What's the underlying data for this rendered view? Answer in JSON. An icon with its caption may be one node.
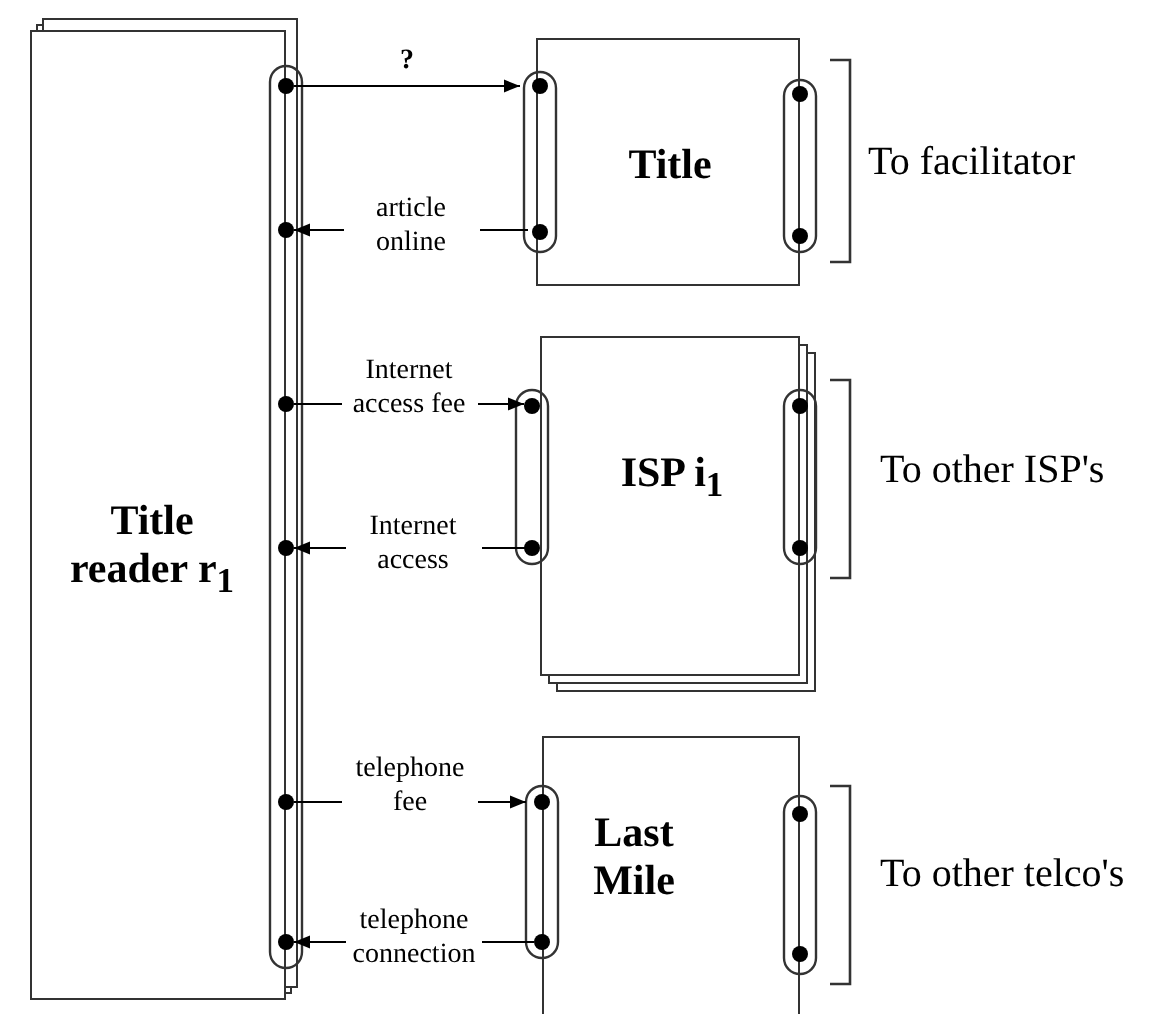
{
  "diagram": {
    "nodes": [
      {
        "text": [
          "Title reader r$_{1}$"
        ]
      },
      {
        "text": [
          "Title"
        ]
      },
      {
        "text": [
          "ISP i$_{1}$"
        ]
      },
      {
        "text": [
          "Last Mile"
        ]
      }
    ],
    "edges": [
      {
        "from": 0,
        "to": 1,
        "arrow": "to",
        "label": "?"
      },
      {
        "from": 1,
        "to": 0,
        "arrow": "to",
        "label": "article online"
      },
      {
        "from": 0,
        "to": 2,
        "arrow": "to",
        "label": "Internet access fee"
      },
      {
        "from": 2,
        "to": 0,
        "arrow": "to",
        "label": "Internet access"
      },
      {
        "from": 0,
        "to": 3,
        "arrow": "to",
        "label": "telephone fee"
      },
      {
        "from": 3,
        "to": 0,
        "arrow": "to",
        "label": "telephone connection"
      }
    ],
    "labels": [
      "To facilitator",
      "To other ISP's",
      "To other telco's"
    ]
  }
}
